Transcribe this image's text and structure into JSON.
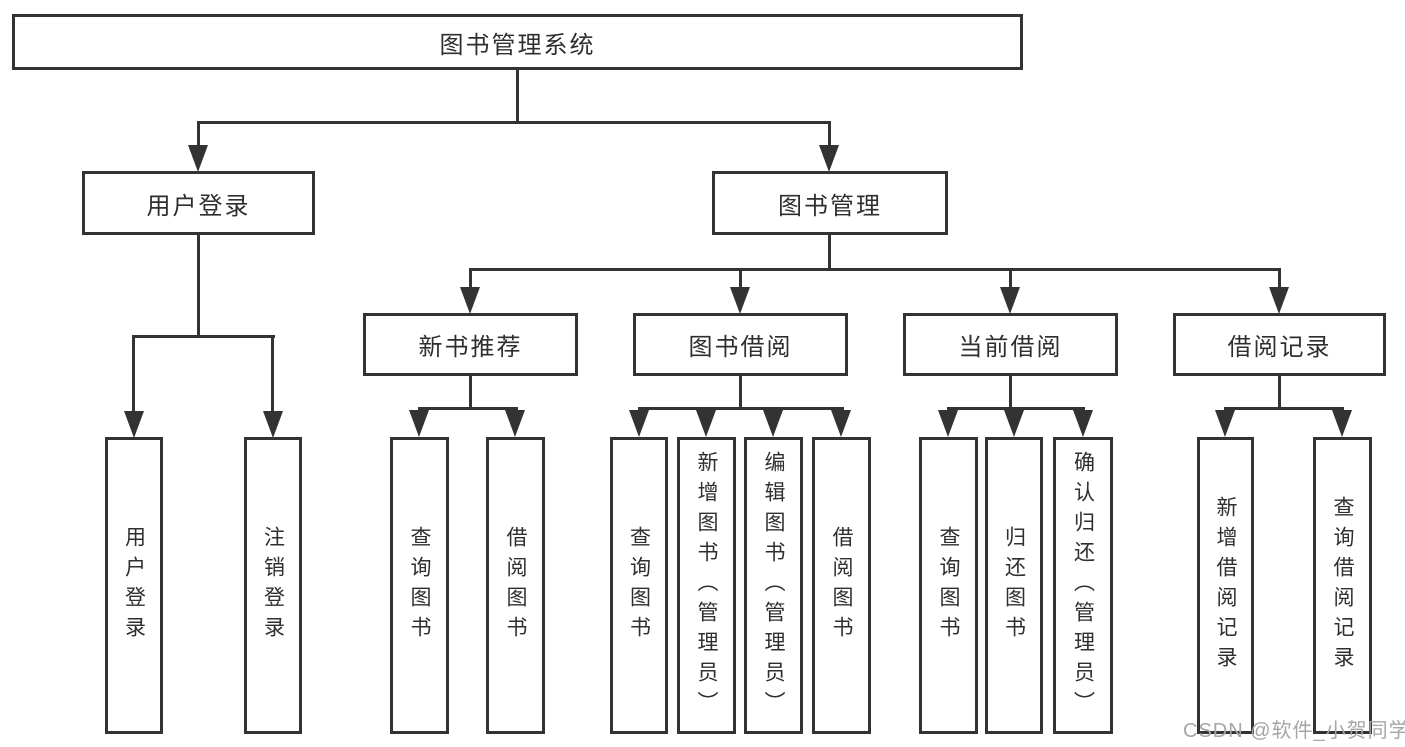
{
  "diagram": {
    "root": {
      "label": "图书管理系统"
    },
    "level2": [
      {
        "id": "user-login",
        "label": "用户登录"
      },
      {
        "id": "book-management",
        "label": "图书管理"
      }
    ],
    "level3": [
      {
        "id": "new-book-recommend",
        "label": "新书推荐"
      },
      {
        "id": "book-borrowing",
        "label": "图书借阅"
      },
      {
        "id": "current-borrowing",
        "label": "当前借阅"
      },
      {
        "id": "borrowing-records",
        "label": "借阅记录"
      }
    ],
    "leaves": [
      {
        "id": "user-login-leaf",
        "label": "用户登录"
      },
      {
        "id": "logout-leaf",
        "label": "注销登录"
      },
      {
        "id": "recommend-query-books",
        "label": "查询图书"
      },
      {
        "id": "recommend-borrow-books",
        "label": "借阅图书"
      },
      {
        "id": "borrowing-query-books",
        "label": "查询图书"
      },
      {
        "id": "borrowing-add-books-admin",
        "label": "新增图书（管理员）"
      },
      {
        "id": "borrowing-edit-books-admin",
        "label": "编辑图书（管理员）"
      },
      {
        "id": "borrowing-borrow-books",
        "label": "借阅图书"
      },
      {
        "id": "current-query-books",
        "label": "查询图书"
      },
      {
        "id": "current-return-books",
        "label": "归还图书"
      },
      {
        "id": "current-confirm-return-admin",
        "label": "确认归还（管理员）"
      },
      {
        "id": "records-add-record",
        "label": "新增借阅记录"
      },
      {
        "id": "records-query-record",
        "label": "查询借阅记录"
      }
    ],
    "watermark": "CSDN @软件_小贺同学",
    "colors": {
      "line": "#333333",
      "box_background": "#ffffff",
      "text": "#2f2f2f",
      "watermark": "#a6a6a6"
    }
  }
}
